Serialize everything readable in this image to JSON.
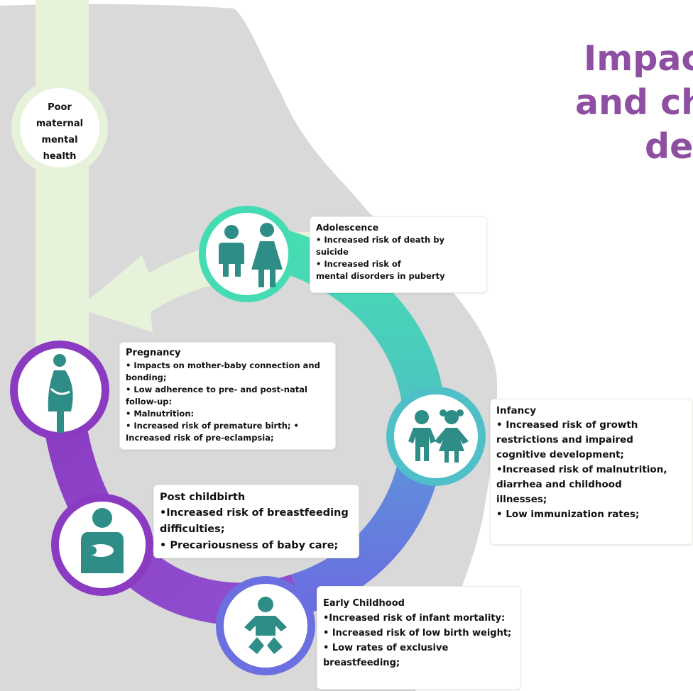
{
  "title_lines": [
    "Impac",
    "and ch",
    "de"
  ],
  "start_label_lines": [
    "Poor",
    "maternal",
    "mental",
    "health"
  ],
  "colors": {
    "title": "#8e4fa2",
    "green_arc": "#46dcb3",
    "blue_arc": "#5c86dd",
    "purple_arc": "#8a3bc2",
    "icon_teal": "#2e8d86",
    "light_green": "#e6f3da",
    "gray_silhouette": "#d9d9d9"
  },
  "stages": [
    {
      "key": "adolescence",
      "icon": "boy-girl-icon",
      "heading": "Adolescence",
      "lines": [
        "• Increased risk of death by",
        "suicide",
        "• Increased risk of",
        "mental disorders in puberty"
      ]
    },
    {
      "key": "pregnancy",
      "icon": "pregnant-woman-icon",
      "heading": "Pregnancy",
      "lines": [
        "• Impacts on mother-baby connection and",
        "bonding;",
        "• Low adherence to pre- and post-natal",
        "follow-up:",
        "• Malnutrition:",
        "• Increased risk of premature birth; •",
        "Increased risk of pre-eclampsia;"
      ]
    },
    {
      "key": "infancy",
      "icon": "boy-girl-child-icon",
      "heading": "Infancy",
      "lines": [
        "• Increased risk of growth",
        "restrictions and impaired",
        "cognitive development;",
        "•Increased risk of malnutrition,",
        "diarrhea and childhood",
        "illnesses;",
        "• Low immunization rates;"
      ]
    },
    {
      "key": "post_childbirth",
      "icon": "mother-holding-baby-icon",
      "heading": "Post childbirth",
      "lines": [
        "•Increased risk of breastfeeding",
        "difficulties;",
        "• Precariousness of baby care;"
      ]
    },
    {
      "key": "early_childhood",
      "icon": "baby-icon",
      "heading": "Early Childhood",
      "lines": [
        "•Increased risk of infant mortality:",
        "• Increased risk of low birth weight;",
        "• Low rates of exclusive",
        "breastfeeding;"
      ]
    }
  ]
}
